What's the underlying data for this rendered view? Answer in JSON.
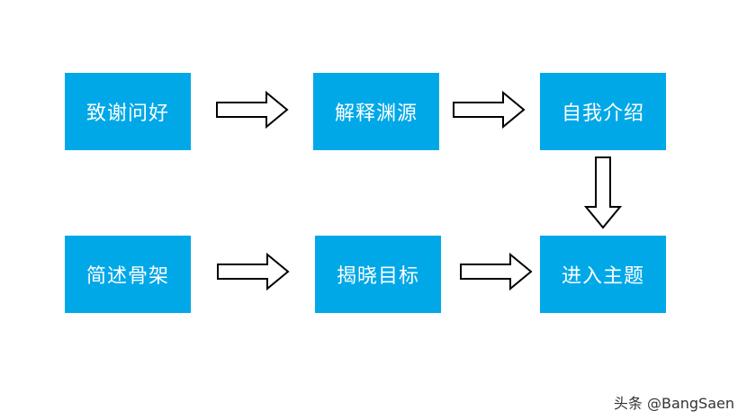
{
  "diagram": {
    "boxes": [
      {
        "id": "b1",
        "label": "致谢问好"
      },
      {
        "id": "b2",
        "label": "解释渊源"
      },
      {
        "id": "b3",
        "label": "自我介绍"
      },
      {
        "id": "b4",
        "label": "简述骨架"
      },
      {
        "id": "b5",
        "label": "揭晓目标"
      },
      {
        "id": "b6",
        "label": "进入主题"
      }
    ],
    "edges": [
      {
        "from": "致谢问好",
        "to": "解释渊源"
      },
      {
        "from": "解释渊源",
        "to": "自我介绍"
      },
      {
        "from": "自我介绍",
        "to": "进入主题"
      },
      {
        "from": "简述骨架",
        "to": "揭晓目标"
      },
      {
        "from": "揭晓目标",
        "to": "进入主题"
      }
    ],
    "box_color": "#00a8e8",
    "box_text_color": "#ffffff",
    "arrow_fill": "#ffffff",
    "arrow_stroke": "#000000"
  },
  "watermark": "头条 @BangSaen"
}
